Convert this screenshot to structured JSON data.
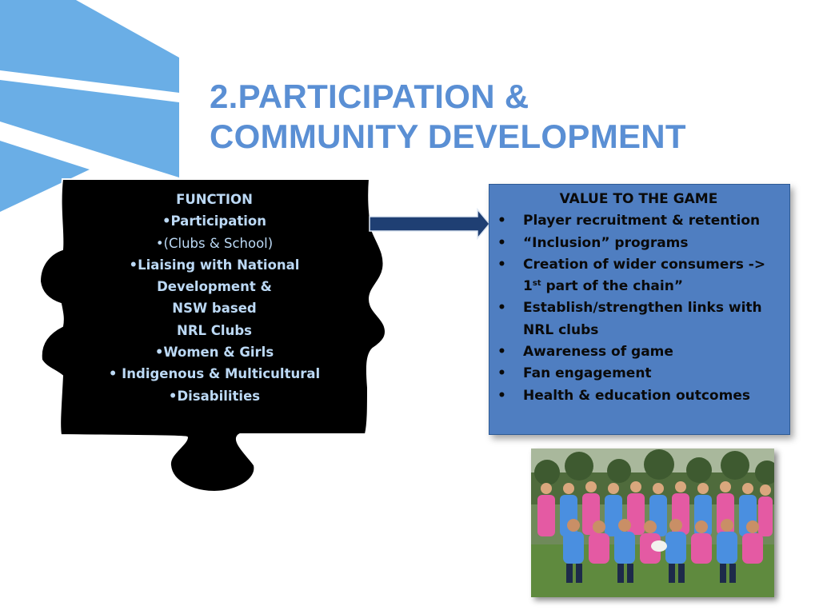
{
  "slide": {
    "title_line1": "2.PARTICIPATION &",
    "title_line2": "COMMUNITY DEVELOPMENT"
  },
  "function_piece": {
    "lines": [
      "FUNCTION",
      "•Participation",
      "•(Clubs & School)",
      "•Liaising with  National",
      "Development &",
      "NSW  based",
      "NRL Clubs",
      "•Women & Girls",
      "• Indigenous & Multicultural",
      "•Disabilities"
    ]
  },
  "value_box": {
    "title": "VALUE TO THE GAME",
    "items": [
      "Player recruitment & retention",
      "“Inclusion” programs",
      "Creation of wider consumers ->",
      "Establish/strengthen links with",
      "NRL clubs",
      "Awareness of game",
      "Fan engagement",
      "Health & education outcomes"
    ],
    "chain_line": {
      "number": "1",
      "superscript": "st",
      "rest": " part of the chain”"
    }
  },
  "colors": {
    "stripe": "#6aaee6",
    "title": "#5a8fd4",
    "puzzle_fill": "#000000",
    "puzzle_text": "#bcd9f5",
    "box_fill": "#4f7ec1",
    "arrow_fill": "#1f3f73"
  },
  "icons": {
    "arrow": "right-arrow-icon"
  }
}
